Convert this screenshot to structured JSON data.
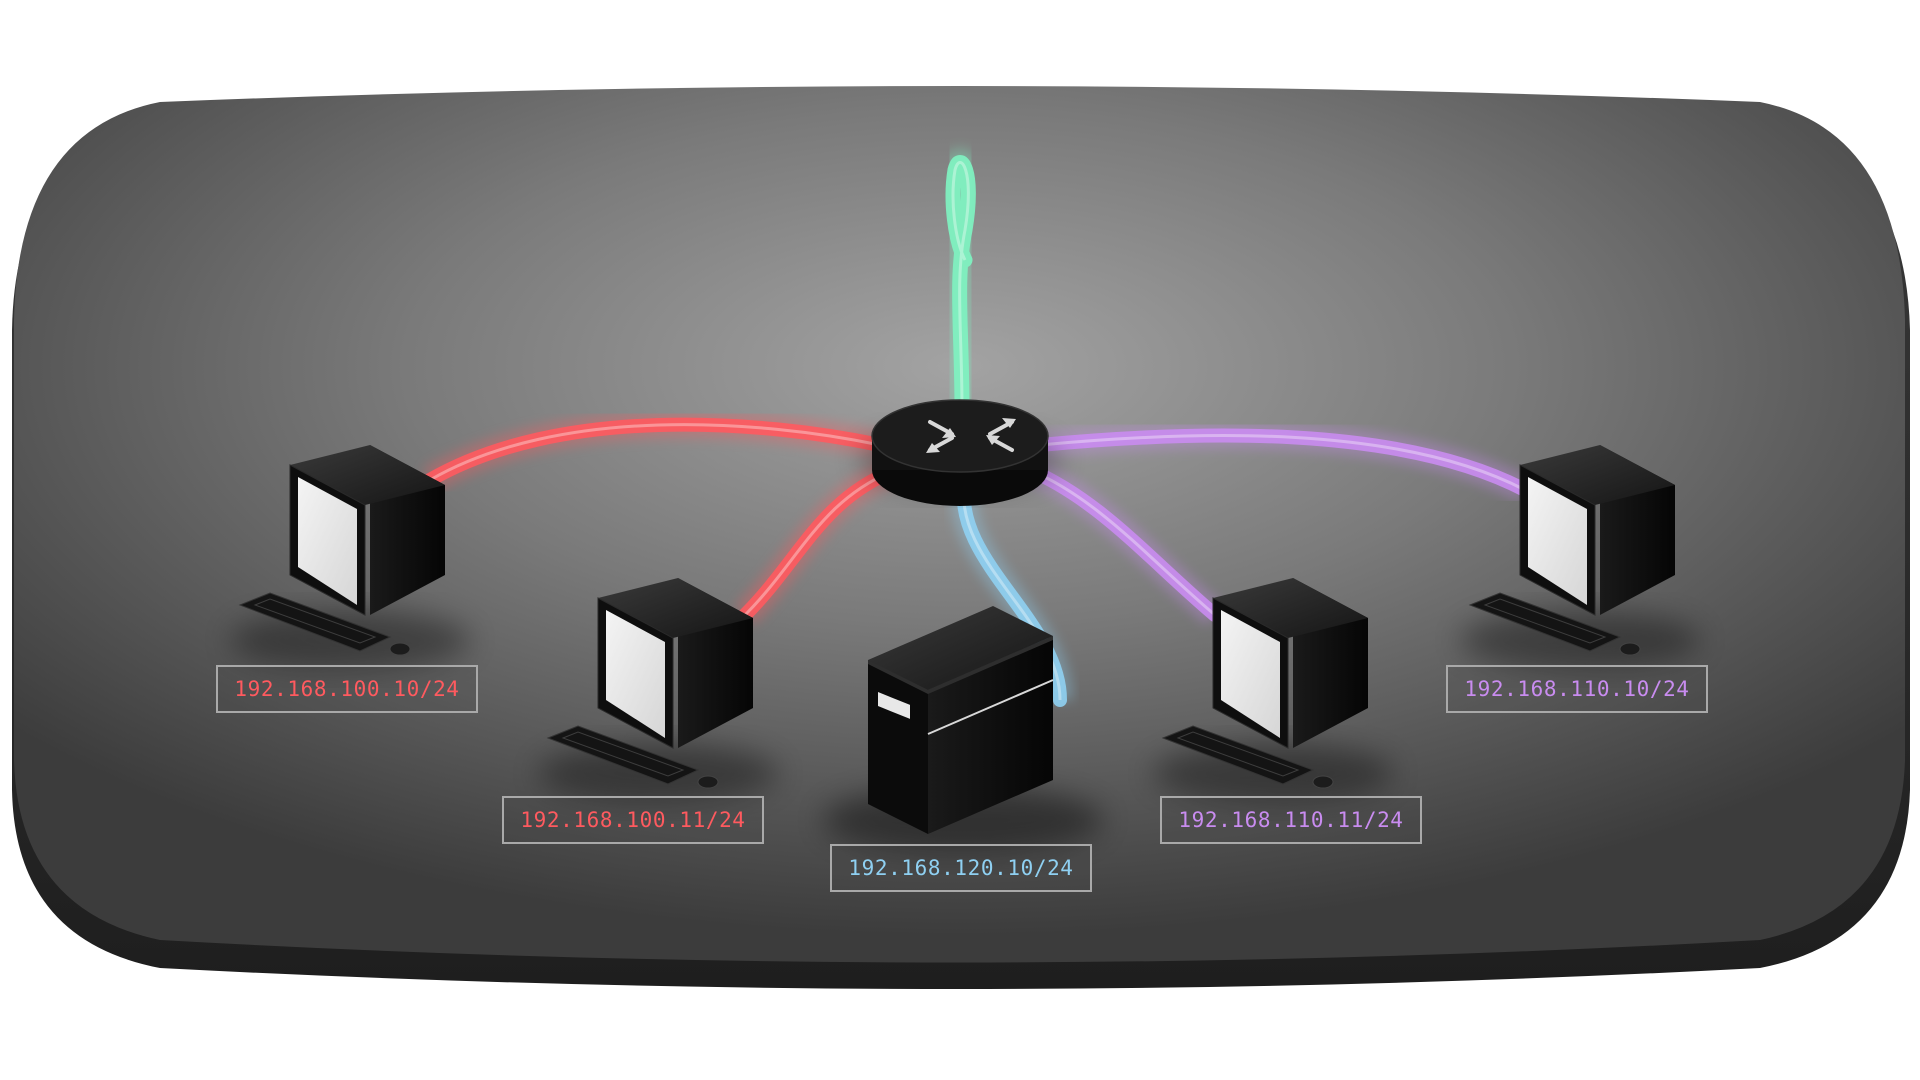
{
  "colors": {
    "red_subnet": "#ff5a5f",
    "purple_subnet": "#c98cf0",
    "blue_subnet": "#8fd0f2",
    "uplink_green": "#7ff0c0",
    "platform": "#505050",
    "label_border": "#a9a9a9"
  },
  "router": {
    "icon": "router-arrows-icon"
  },
  "uplink": {
    "icon": "uplink-cable"
  },
  "hosts": [
    {
      "kind": "workstation",
      "ip": "192.168.100.10/24",
      "subnet": "red_subnet"
    },
    {
      "kind": "workstation",
      "ip": "192.168.100.11/24",
      "subnet": "red_subnet"
    },
    {
      "kind": "server",
      "ip": "192.168.120.10/24",
      "subnet": "blue_subnet"
    },
    {
      "kind": "workstation",
      "ip": "192.168.110.11/24",
      "subnet": "purple_subnet"
    },
    {
      "kind": "workstation",
      "ip": "192.168.110.10/24",
      "subnet": "purple_subnet"
    }
  ]
}
